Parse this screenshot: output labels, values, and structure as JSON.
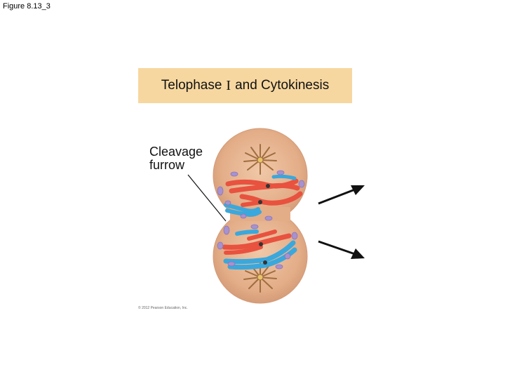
{
  "figure_label": "Figure 8.13_3",
  "title": {
    "pre": "Telophase",
    "roman": "I",
    "post": "and Cytokinesis"
  },
  "labels": {
    "cleavage_line1": "Cleavage",
    "cleavage_line2": "furrow"
  },
  "copyright": "© 2012 Pearson Education, Inc.",
  "colors": {
    "title_bg": "#f7d7a0",
    "cell_fill": "#e4b08d",
    "cell_edge": "#d39a77",
    "chromosome_red": "#e8523f",
    "chromosome_blue": "#3aa8dc",
    "vesicle_purple": "#a792cf",
    "centrosome": "#a06d3f",
    "arrow": "#111111"
  }
}
